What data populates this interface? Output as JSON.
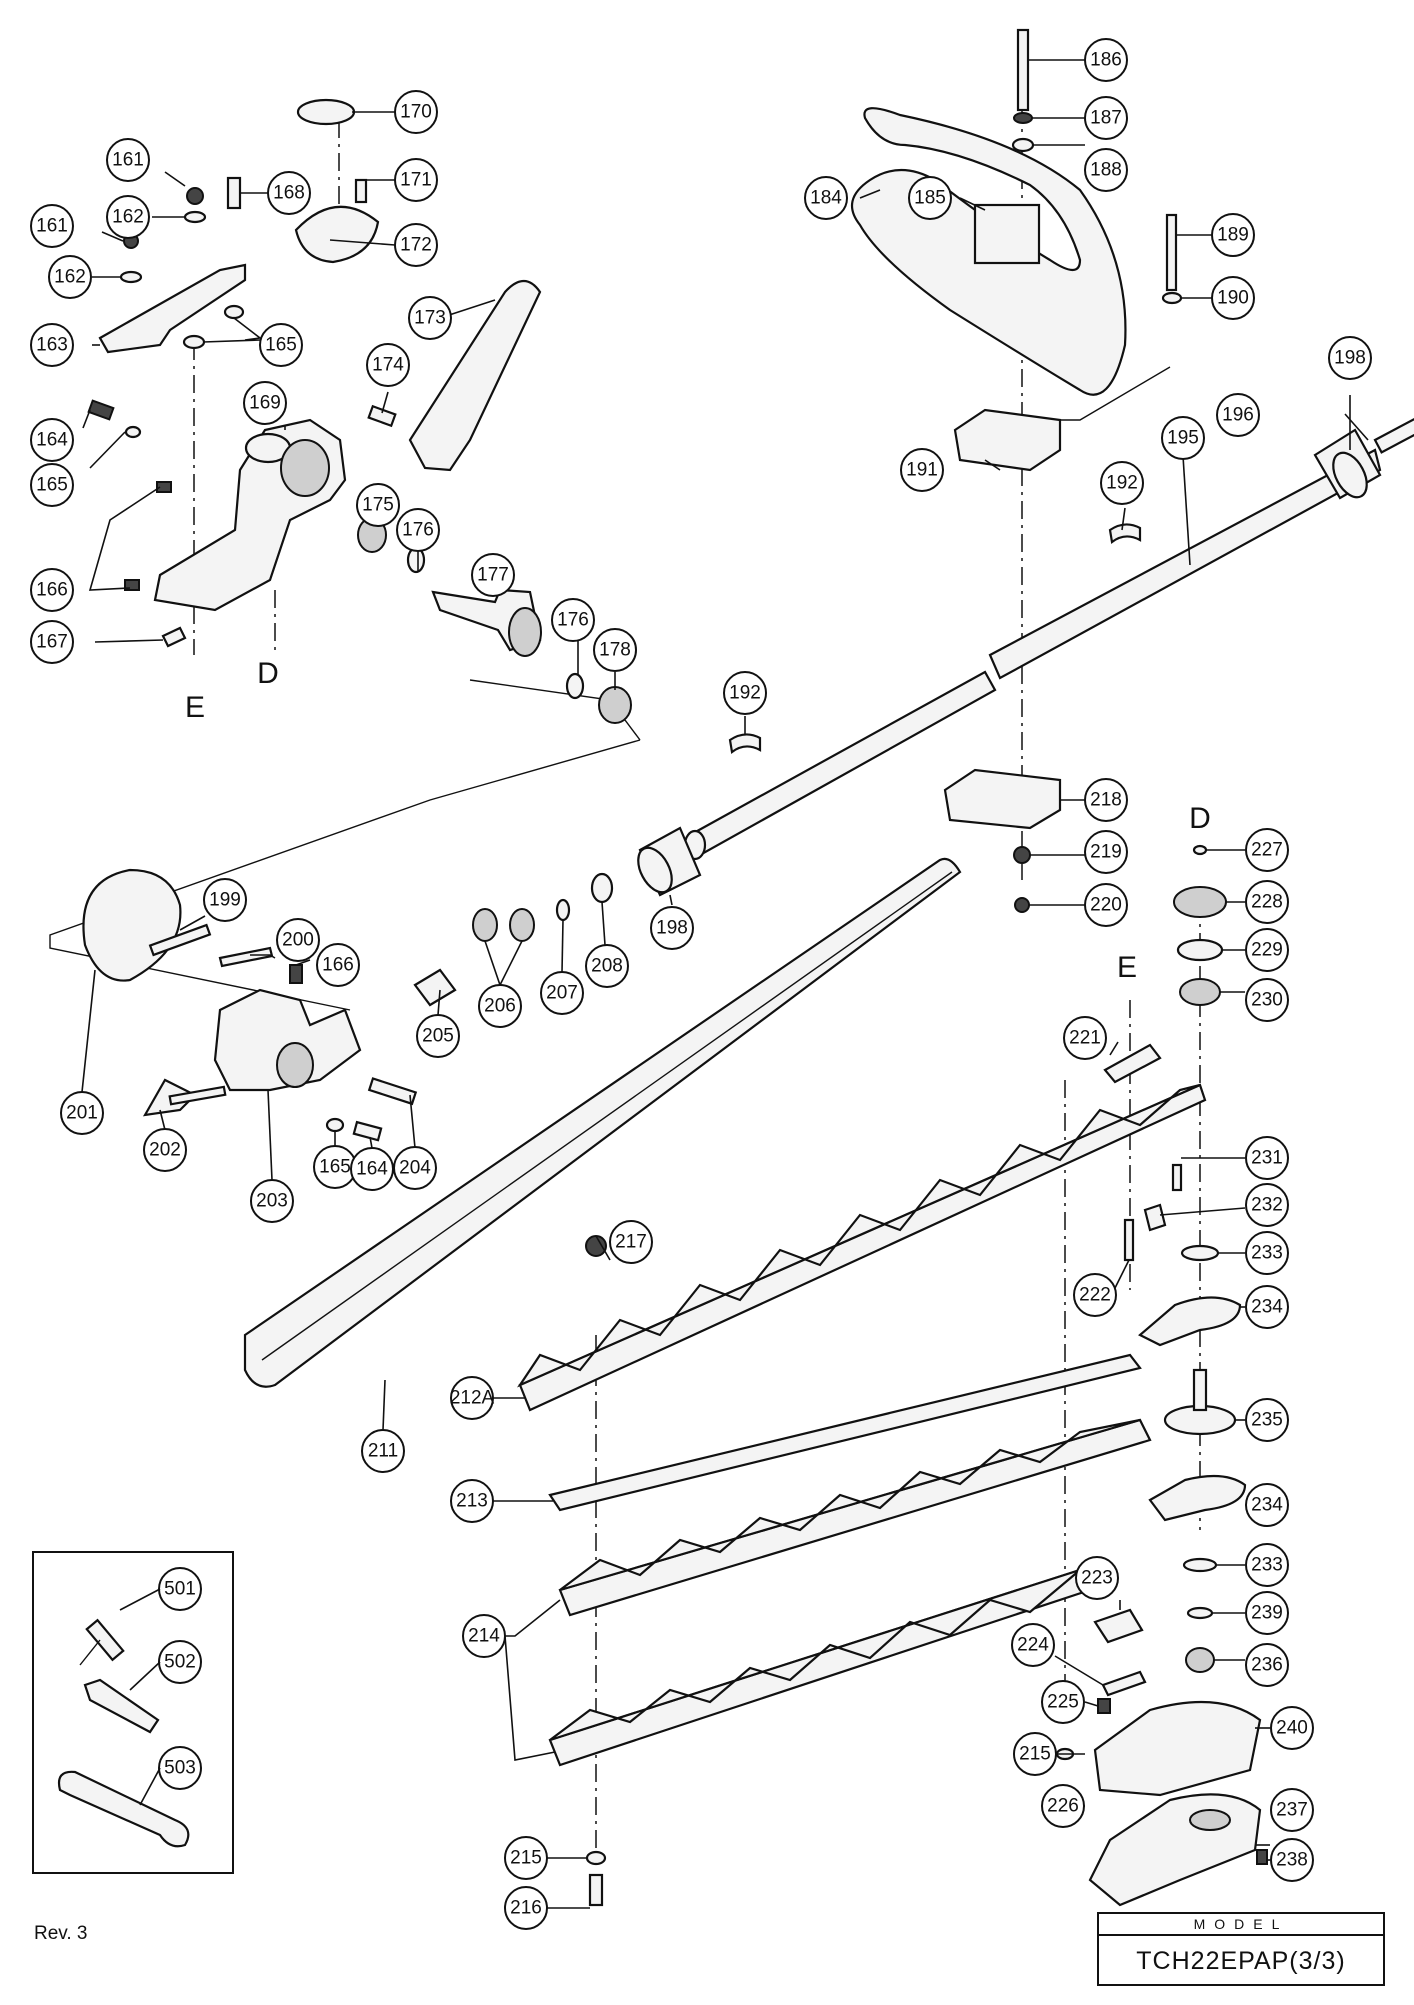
{
  "labels": {
    "p170": "170",
    "p186": "186",
    "p187": "187",
    "p188": "188",
    "p161a": "161",
    "p168": "168",
    "p171": "171",
    "p184": "184",
    "p185": "185",
    "p162a": "162",
    "p172": "172",
    "p189": "189",
    "p161b": "161",
    "p190": "190",
    "p162b": "162",
    "p173": "173",
    "p163": "163",
    "p165a": "165",
    "p174": "174",
    "p198a": "198",
    "p164a": "164",
    "p169": "169",
    "p196": "196",
    "p165b": "165",
    "p191": "191",
    "p195": "195",
    "p192a": "192",
    "p175": "175",
    "p176a": "176",
    "p166a": "166",
    "p177": "177",
    "p176b": "176",
    "p178": "178",
    "p167": "167",
    "p192b": "192",
    "p218": "218",
    "p219": "219",
    "p227": "227",
    "p228": "228",
    "p199": "199",
    "p198b": "198",
    "p220": "220",
    "p200": "200",
    "p166b": "166",
    "p229": "229",
    "p207": "207",
    "p208": "208",
    "p230": "230",
    "p206": "206",
    "p205": "205",
    "p221": "221",
    "p201": "201",
    "p202": "202",
    "p204": "204",
    "p231": "231",
    "p165c": "165",
    "p164b": "164",
    "p232": "232",
    "p203": "203",
    "p217": "217",
    "p233a": "233",
    "p222": "222",
    "p234a": "234",
    "p212a": "212A",
    "p211": "211",
    "p235": "235",
    "p213": "213",
    "p234b": "234",
    "p501": "501",
    "p223": "223",
    "p233b": "233",
    "p239": "239",
    "p502": "502",
    "p224": "224",
    "p236": "236",
    "p214": "214",
    "p225": "225",
    "p503": "503",
    "p215a": "215",
    "p240": "240",
    "p226": "226",
    "p237": "237",
    "p238": "238",
    "p215b": "215",
    "p216": "216"
  },
  "letters": {
    "d_top": "D",
    "e_top": "E",
    "d_right": "D",
    "e_right": "E"
  },
  "footer": {
    "revision": "Rev. 3",
    "model_header": "MODEL",
    "model_name": "TCH22EPAP(3/3)"
  }
}
